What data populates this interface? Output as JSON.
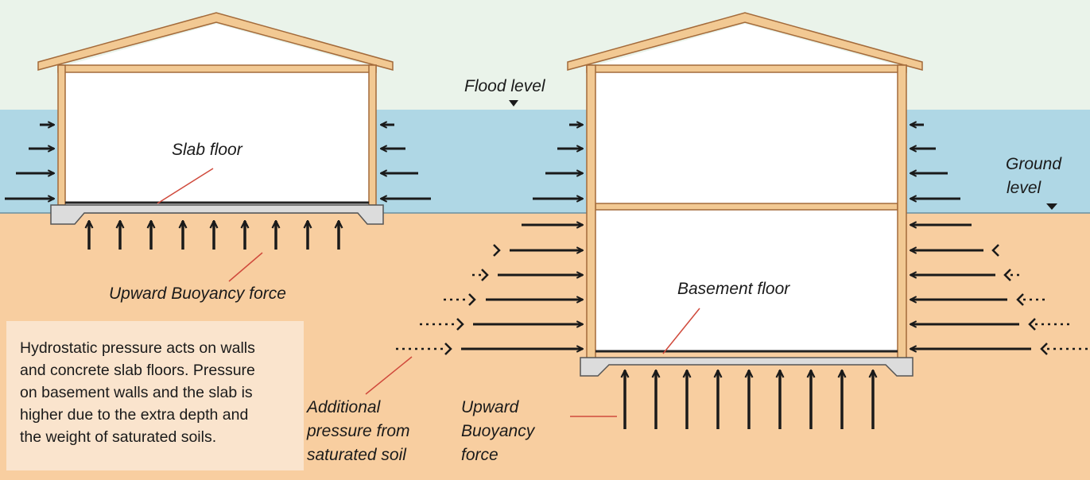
{
  "labels": {
    "slab_floor": "Slab floor",
    "flood_level": "Flood level",
    "ground_level_1": "Ground",
    "ground_level_2": "level",
    "upward_buoyancy_force": "Upward Buoyancy force",
    "basement_floor": "Basement floor",
    "additional_pressure": [
      "Additional",
      "pressure from",
      "saturated soil"
    ],
    "upward_buoyancy_force_2": [
      "Upward",
      "Buoyancy",
      "force"
    ]
  },
  "note": {
    "lines": [
      "Hydrostatic pressure acts on walls",
      "and concrete slab floors. Pressure",
      "on basement walls and the slab is",
      "higher due to the extra depth and",
      "the weight of saturated soils."
    ]
  },
  "colors": {
    "sky": "#eaf3ea",
    "water": "#afd7e5",
    "soil": "#f8cea0",
    "wood": "#f2c993",
    "wood_stroke": "#a36a3a",
    "concrete": "#dcdcdc",
    "arrow": "#1a1a1a",
    "leader": "#d04a3c"
  }
}
